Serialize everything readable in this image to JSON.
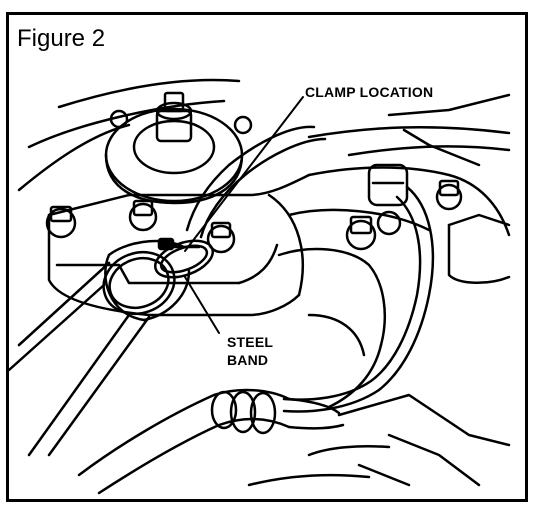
{
  "figure": {
    "title": "Figure 2"
  },
  "callouts": {
    "clamp_location": "CLAMP LOCATION",
    "steel_band_line1": "STEEL",
    "steel_band_line2": "BAND"
  },
  "colors": {
    "ink": "#000000",
    "paper": "#ffffff"
  }
}
